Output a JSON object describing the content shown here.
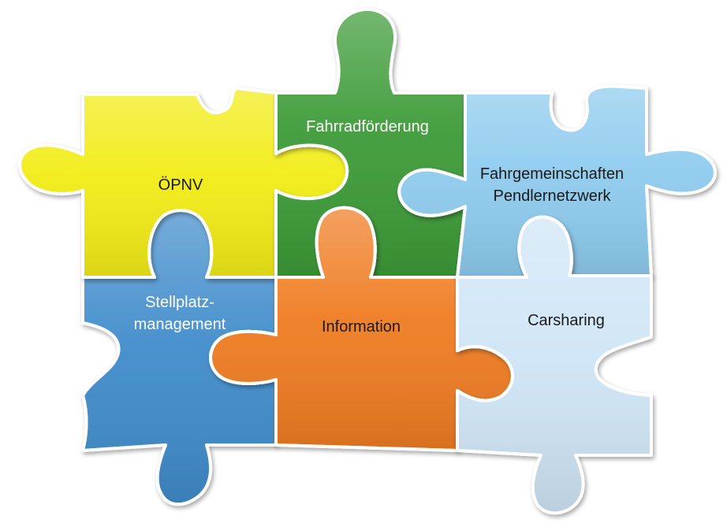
{
  "pieces": [
    {
      "id": "oepnv",
      "lines": [
        "ÖPNV"
      ],
      "color": "#f2ec16",
      "text_color": "#1a1a1a"
    },
    {
      "id": "fahrrad",
      "lines": [
        "Fahrradförderung"
      ],
      "color": "#3e9b37",
      "text_color": "#ffffff"
    },
    {
      "id": "fahrgemeinschaften",
      "lines": [
        "Fahrgemeinschaften",
        "Pendlernetzwerk"
      ],
      "color": "#8ecbee",
      "text_color": "#1a1a1a"
    },
    {
      "id": "stellplatz",
      "lines": [
        "Stellplatz-",
        "management"
      ],
      "color": "#3f8ccb",
      "text_color": "#ffffff"
    },
    {
      "id": "information",
      "lines": [
        "Information"
      ],
      "color": "#ef7b22",
      "text_color": "#1a1a1a"
    },
    {
      "id": "carsharing",
      "lines": [
        "Carsharing"
      ],
      "color": "#cfe5f6",
      "text_color": "#1a1a1a"
    }
  ]
}
